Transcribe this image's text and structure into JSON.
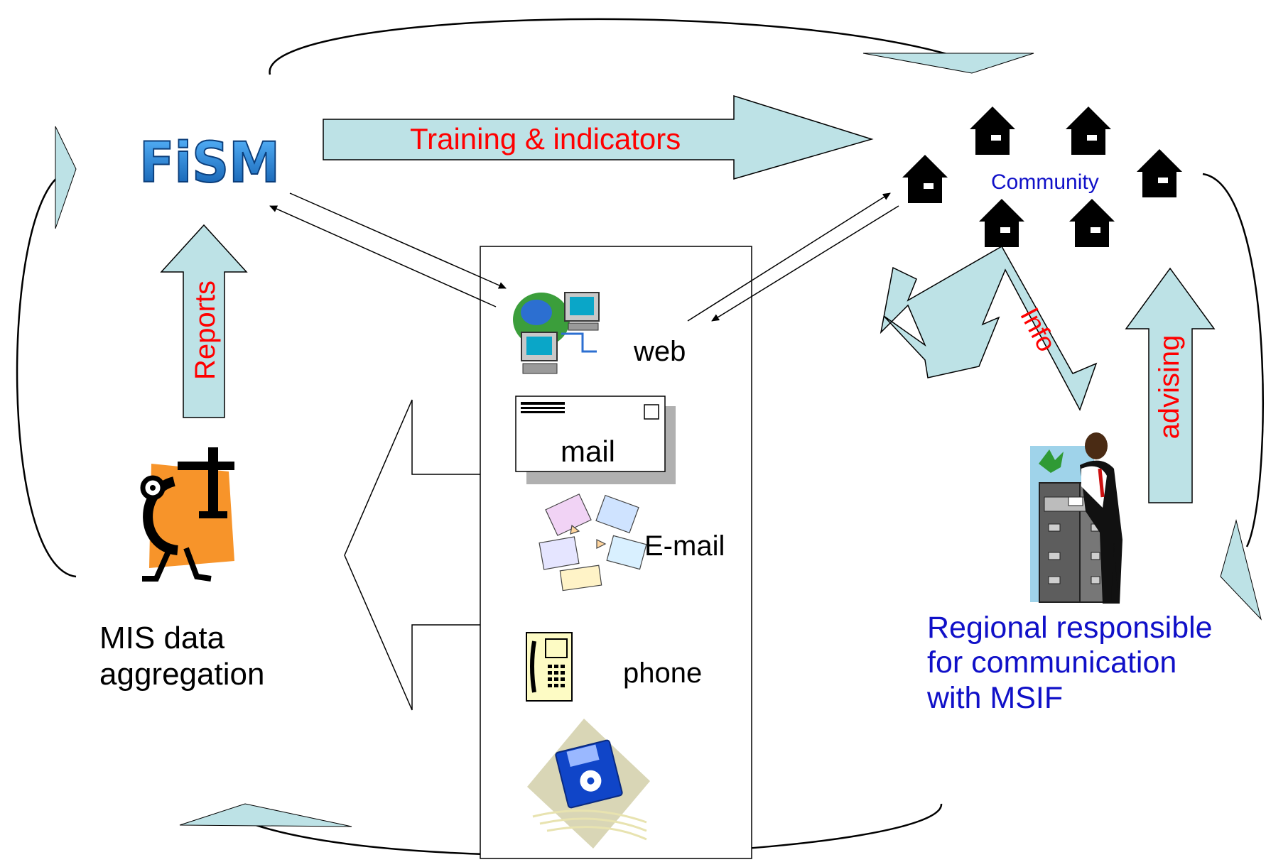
{
  "colors": {
    "arrow_fill": "#bde2e6",
    "label_red": "#ff0000",
    "label_blue": "#1010c8",
    "fism_blue": "#1a7fd4"
  },
  "logo": {
    "text": "FiSM",
    "icon": "fism-logo"
  },
  "arrows": {
    "training": "Training & indicators",
    "reports": "Reports",
    "info": "Info",
    "advising": "advising"
  },
  "channels": {
    "web": {
      "label": "web",
      "icon": "web-computers-icon"
    },
    "mail": {
      "label": "mail",
      "icon": "envelope-icon"
    },
    "email": {
      "label": "E-mail",
      "icon": "email-computers-icon"
    },
    "phone": {
      "label": "phone",
      "icon": "telephone-icon"
    },
    "disk": {
      "icon": "floppy-disk-icon"
    }
  },
  "community": {
    "label": "Community",
    "icon": "house-icon"
  },
  "mis": {
    "line1": "MIS data",
    "line2": "aggregation",
    "icon": "clamp-character-icon"
  },
  "regional": {
    "line1": "Regional responsible",
    "line2": "for communication",
    "line3": "with MSIF",
    "icon": "filing-cabinet-person-icon"
  }
}
